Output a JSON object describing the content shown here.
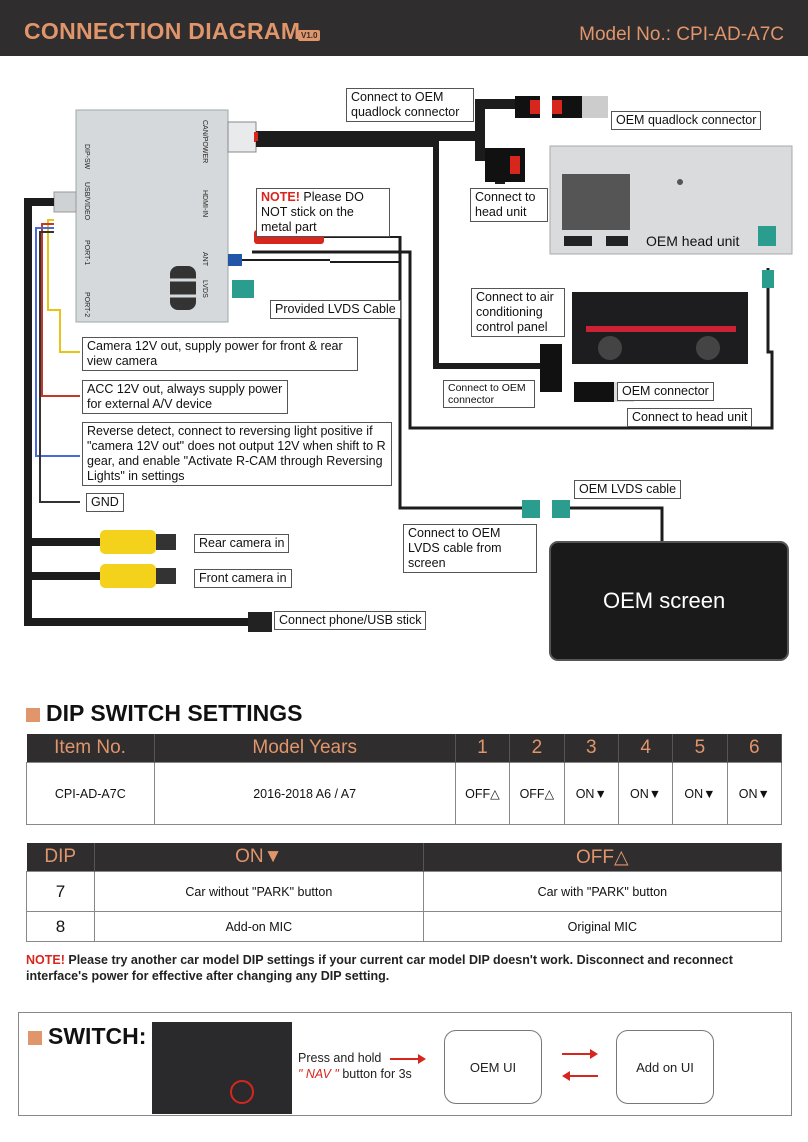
{
  "header": {
    "title": "CONNECTION DIAGRAM",
    "version": "V1.0",
    "model": "Model No.: CPI-AD-A7C"
  },
  "box_ports": {
    "can_power": "CAN/POWER",
    "hdmi_in": "HDMI-IN",
    "ant": "ANT",
    "lvds": "LVDS",
    "dip_sw": "DIP-SW",
    "usb_video": "USB/VIDEO",
    "port1": "PORT-1",
    "port2": "PORT-2"
  },
  "labels": {
    "connect_quadlock": "Connect to OEM quadlock connector",
    "oem_quadlock": "OEM quadlock connector",
    "connect_head_unit_1": "Connect to head unit",
    "oem_head_unit": "OEM head unit",
    "note_prefix": "NOTE!",
    "note_metal": " Please DO NOT stick on the metal part",
    "provided_lvds": "Provided LVDS Cable",
    "connect_air": "Connect to air conditioning control panel",
    "connect_oem_connector": "Connect to OEM connector",
    "oem_connector": "OEM connector",
    "connect_head_unit_2": "Connect to head unit",
    "camera_12v": "Camera 12V out, supply power for front & rear view camera",
    "acc_12v": "ACC 12V out, always supply power for external A/V device",
    "reverse": "Reverse detect, connect to reversing light positive if \"camera 12V out\" does not output 12V when shift to R gear, and enable \"Activate R-CAM through Reversing Lights\" in settings",
    "gnd": "GND",
    "oem_lvds_cable": "OEM LVDS cable",
    "connect_oem_lvds": "Connect to OEM LVDS cable from screen",
    "rear_camera": "Rear camera in",
    "front_camera": "Front camera in",
    "usb_stick": "Connect phone/USB stick",
    "oem_screen": "OEM  screen"
  },
  "dip": {
    "title": "DIP SWITCH SETTINGS",
    "headers": [
      "Item No.",
      "Model Years",
      "1",
      "2",
      "3",
      "4",
      "5",
      "6"
    ],
    "row": [
      "CPI-AD-A7C",
      "2016-2018 A6  / A7",
      "OFF△",
      "OFF△",
      "ON▼",
      "ON▼",
      "ON▼",
      "ON▼"
    ]
  },
  "dip_table2": {
    "headers": [
      "DIP",
      "ON▼",
      "OFF△"
    ],
    "rows": [
      [
        "7",
        "Car without \"PARK\" button",
        "Car with \"PARK\" button"
      ],
      [
        "8",
        "Add-on MIC",
        "Original MIC"
      ]
    ]
  },
  "note": {
    "prefix": "NOTE!",
    "text": " Please try another car model DIP settings if your current car model DIP doesn't work. Disconnect and reconnect interface's power for effective after changing any DIP setting."
  },
  "switch": {
    "title": "SWITCH:",
    "press_line1": "Press and hold",
    "press_nav": "\" NAV \"",
    "press_line2": " button for 3s",
    "oem_ui": "OEM UI",
    "addon_ui": "Add on UI"
  },
  "colors": {
    "accent": "#e0956b",
    "header_bg": "#2f2d2e",
    "note_red": "#d7261e",
    "cable": "#1c1c1c",
    "rca_yellow": "#f4d21b",
    "lvds_teal": "#2a9d8f"
  }
}
